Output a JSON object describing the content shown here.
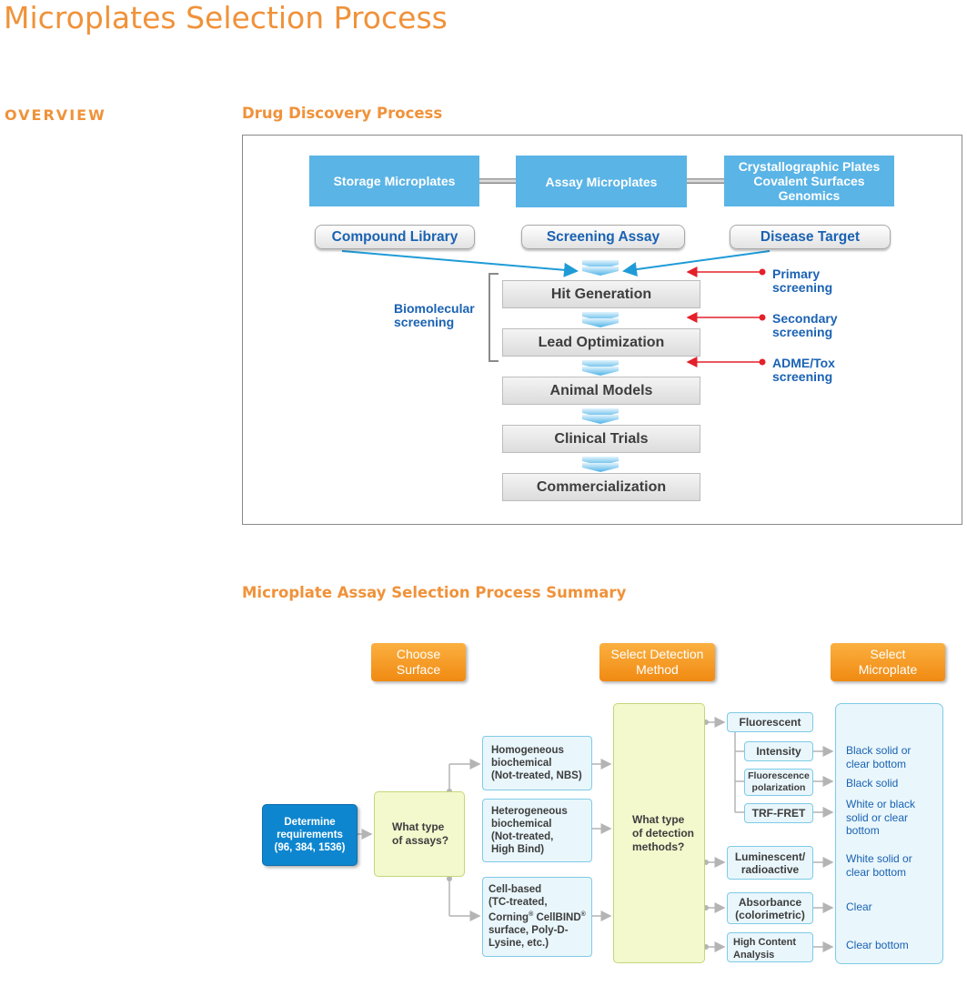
{
  "page": {
    "title": "Microplates Selection Process",
    "side_label": "OVERVIEW",
    "section1_title": "Drug Discovery Process",
    "section2_title": "Microplate Assay Selection Process Summary"
  },
  "drug_discovery": {
    "plates": {
      "storage": "Storage Microplates",
      "assay": "Assay Microplates",
      "crystal_line1": "Crystallographic Plates",
      "crystal_line2": "Covalent Surfaces",
      "crystal_line3": "Genomics"
    },
    "inputs": {
      "compound": "Compound Library",
      "screening": "Screening Assay",
      "disease": "Disease Target"
    },
    "stages": [
      "Hit Generation",
      "Lead Optimization",
      "Animal Models",
      "Clinical Trials",
      "Commercialization"
    ],
    "bracket_line1": "Biomolecular",
    "bracket_line2": "screening",
    "screenings": [
      {
        "line1": "Primary",
        "line2": "screening"
      },
      {
        "line1": "Secondary",
        "line2": "screening"
      },
      {
        "line1": "ADME/Tox",
        "line2": "screening"
      }
    ]
  },
  "assay_selection": {
    "headers": {
      "surface_1": "Choose",
      "surface_2": "Surface",
      "detection_1": "Select Detection",
      "detection_2": "Method",
      "microplate_1": "Select",
      "microplate_2": "Microplate"
    },
    "determine": {
      "line1": "Determine",
      "line2": "requirements",
      "line3": "(96, 384, 1536)"
    },
    "what_assays": {
      "line1": "What type",
      "line2": "of assays?"
    },
    "assay_types": {
      "homo": [
        "Homogeneous",
        "biochemical",
        "(Not-treated, NBS)"
      ],
      "hetero": [
        "Heterogeneous",
        "biochemical",
        "(Not-treated,",
        "High Bind)"
      ],
      "cell": [
        "Cell-based",
        "(TC-treated,",
        "Corning",
        "CellBIND",
        "surface, Poly-D-",
        "Lysine, etc.)"
      ]
    },
    "what_detection": {
      "line1": "What type",
      "line2": "of detection",
      "line3": "methods?"
    },
    "methods": {
      "fluorescent": "Fluorescent",
      "intensity": "Intensity",
      "fp_1": "Fluorescence",
      "fp_2": "polarization",
      "trf": "TRF-FRET",
      "lum_1": "Luminescent/",
      "lum_2": "radioactive",
      "abs_1": "Absorbance",
      "abs_2": "(colorimetric)",
      "hca_1": "High Content",
      "hca_2": "Analysis"
    },
    "results": {
      "r1_1": "Black solid or",
      "r1_2": "clear bottom",
      "r2": "Black solid",
      "r3_1": "White or black",
      "r3_2": "solid or clear",
      "r3_3": "bottom",
      "r4_1": "White solid or",
      "r4_2": "clear bottom",
      "r5": "Clear",
      "r6": "Clear bottom"
    }
  },
  "colors": {
    "accent_orange": "#f0923a",
    "process_blue": "#5ab4e6",
    "link_blue": "#1a62b3",
    "arrow_red": "#e4202a",
    "determine_blue": "#0e86cf"
  }
}
